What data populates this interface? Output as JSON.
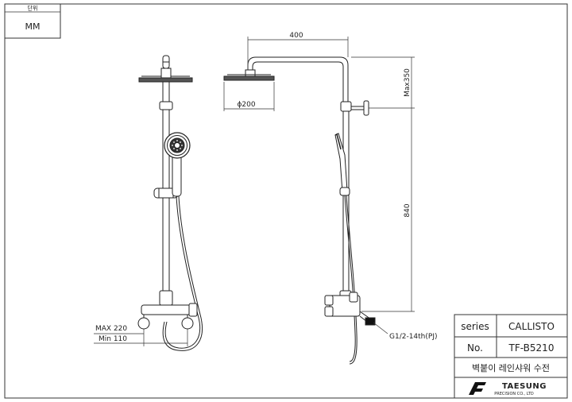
{
  "unit_box": {
    "header": "단위",
    "value": "MM"
  },
  "dimensions": {
    "arm_length": "400",
    "head_diameter": "ϕ200",
    "max_height": "Max350",
    "rail_length": "840",
    "spread_max": "MAX 220",
    "spread_min": "Min 110",
    "thread": "G1/2-14th(PJ)"
  },
  "title_block": {
    "series_label": "series",
    "series_value": "CALLISTO",
    "no_label": "No.",
    "no_value": "TF-B5210",
    "description": "벽붙이 레인샤워 수전",
    "company": "TAESUNG",
    "company_sub": "PRECISION CO., LTD"
  }
}
